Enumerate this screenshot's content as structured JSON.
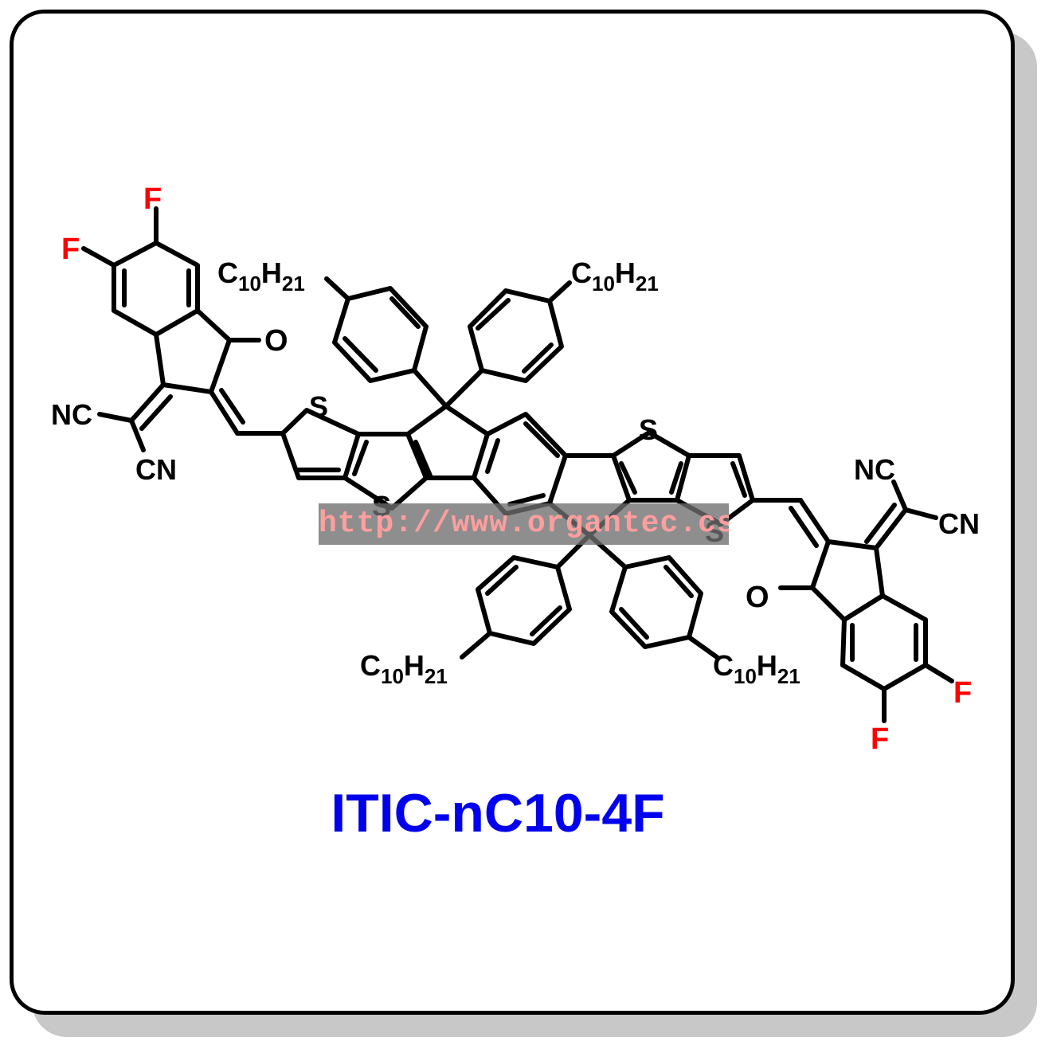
{
  "compound_name": "ITIC-nC10-4F",
  "watermark": "http://www.organtec.cs",
  "atoms": {
    "f_top": "F",
    "f_left": "F",
    "f_right": "F",
    "f_bottom": "F",
    "o_left": "O",
    "o_right": "O",
    "s_left_top": "S",
    "s_left_bottom": "S",
    "s_right_top": "S",
    "s_right_bottom": "S",
    "nc_left": "NC",
    "cn_left": "CN",
    "nc_right": "NC",
    "cn_right": "CN",
    "alkyl_sub": "10",
    "alkyl_sub2": "21",
    "alkyl_c": "C",
    "alkyl_h": "H"
  },
  "colors": {
    "bond": "#000000",
    "fluorine": "#ff0000",
    "caption": "#0000ee"
  }
}
